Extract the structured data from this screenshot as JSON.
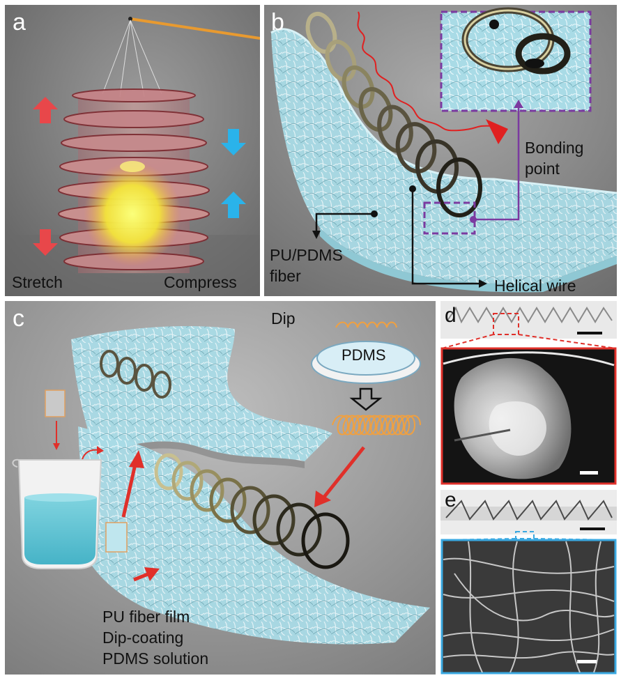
{
  "panels": {
    "a": {
      "label": "a",
      "stretch": "Stretch",
      "compress": "Compress"
    },
    "b": {
      "label": "b",
      "bonding_point_line1": "Bonding",
      "bonding_point_line2": "point",
      "pu_pdms_line1": "PU/PDMS",
      "pu_pdms_line2": "fiber",
      "helical_wire": "Helical wire"
    },
    "c": {
      "label": "c",
      "dip": "Dip",
      "pdms": "PDMS",
      "caption_line1": "PU fiber film",
      "caption_line2": "Dip-coating",
      "caption_line3": "PDMS solution"
    },
    "d": {
      "label": "d"
    },
    "e": {
      "label": "e"
    }
  },
  "colors": {
    "stretch_arrow": "#e8474a",
    "compress_arrow": "#2ab3ea",
    "lantern": "#c9868a",
    "glow": "#f6ee3a",
    "fiber": "#a9dbe6",
    "leader_black": "#111111",
    "leader_purple": "#7b3aa0",
    "heat_wave": "#e02020",
    "callout_red": "#e0302a",
    "callout_blue": "#3aa8e0",
    "spring_orange": "#f0a040"
  }
}
